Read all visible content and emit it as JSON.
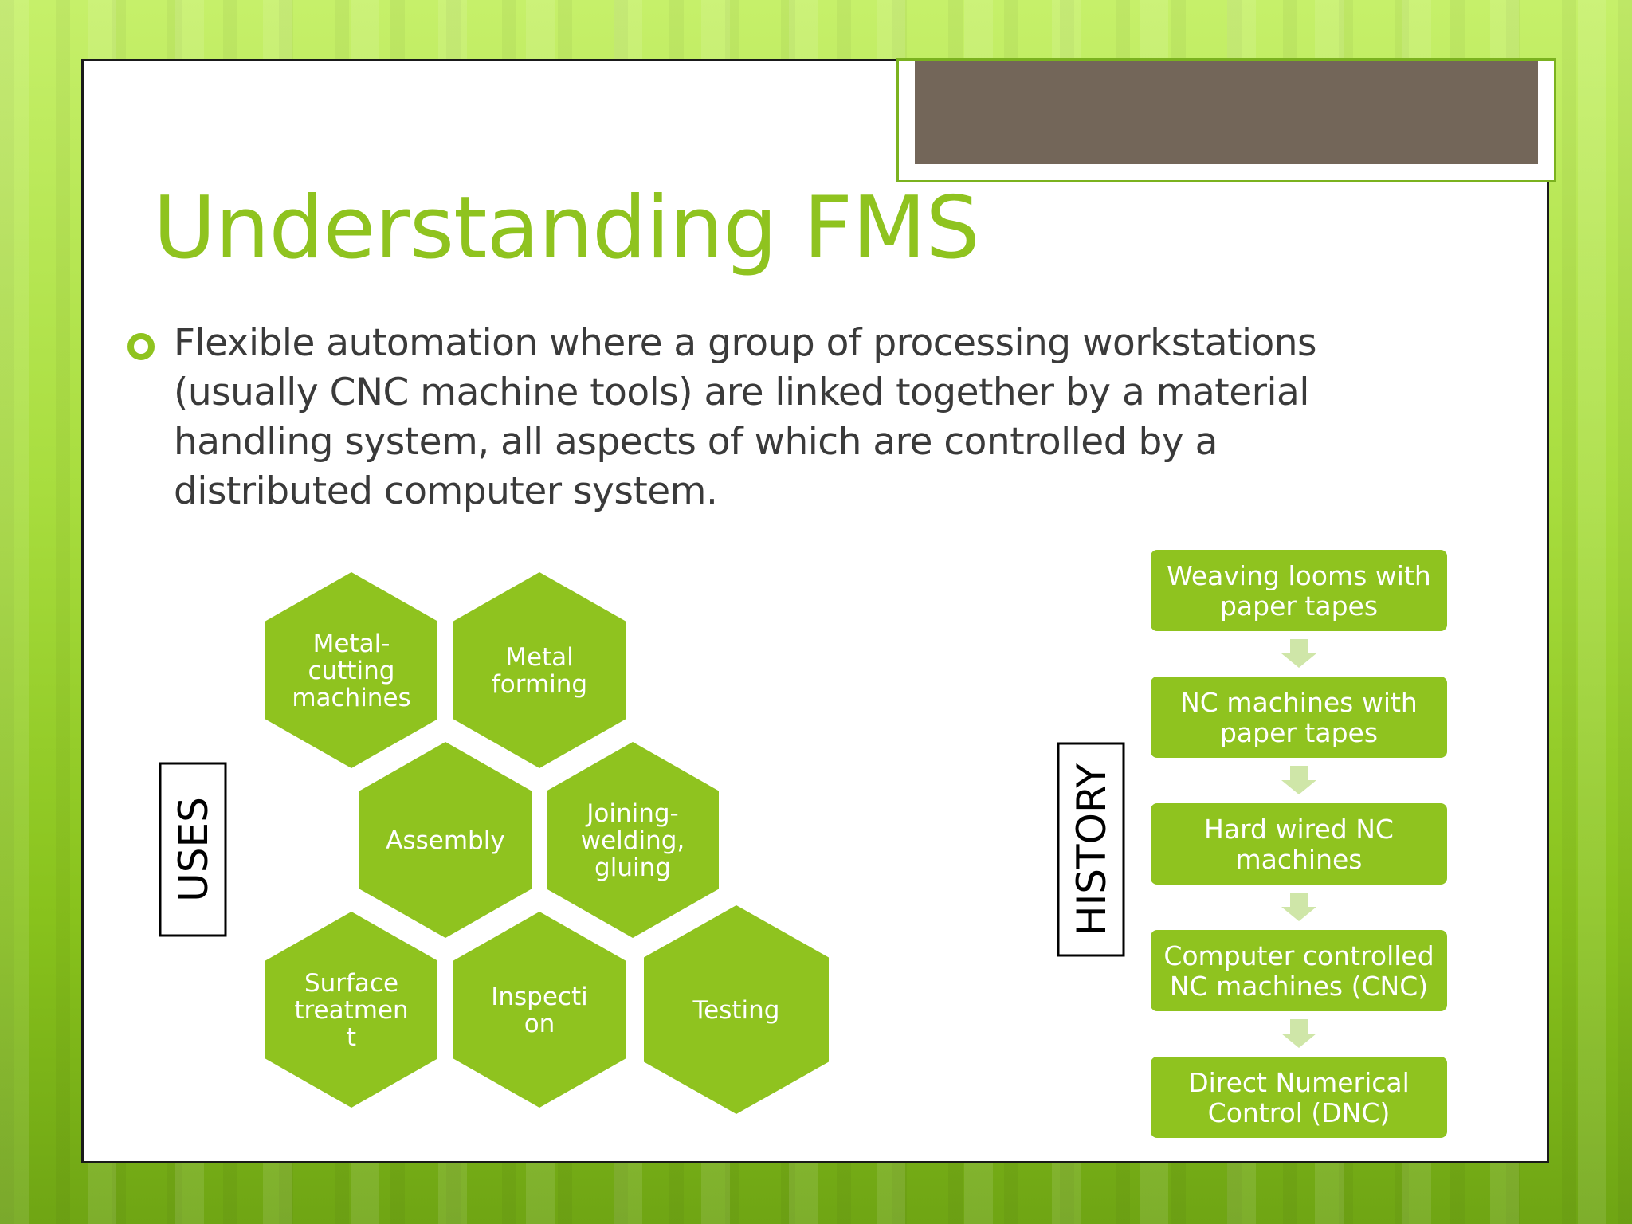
{
  "slide": {
    "title": "Understanding FMS",
    "bullet": "Flexible automation where a group of processing workstations (usually CNC machine tools) are linked together by a material handling system, all aspects of which are controlled by a distributed computer system."
  },
  "uses": {
    "label": "USES",
    "items": [
      {
        "lines": [
          "Metal-",
          "cutting",
          "machines"
        ]
      },
      {
        "lines": [
          "Metal",
          "forming"
        ]
      },
      {
        "lines": [
          "Assembly"
        ]
      },
      {
        "lines": [
          "Joining-",
          "welding,",
          "gluing"
        ]
      },
      {
        "lines": [
          "Surface",
          "treatmen",
          "t"
        ]
      },
      {
        "lines": [
          "Inspecti",
          "on"
        ]
      },
      {
        "lines": [
          "Testing"
        ]
      }
    ]
  },
  "history": {
    "label": "HISTORY",
    "steps": [
      {
        "lines": [
          "Weaving looms with",
          "paper tapes"
        ]
      },
      {
        "lines": [
          "NC machines with",
          "paper tapes"
        ]
      },
      {
        "lines": [
          "Hard wired NC",
          "machines"
        ]
      },
      {
        "lines": [
          "Computer controlled",
          "NC machines (CNC)"
        ]
      },
      {
        "lines": [
          "Direct Numerical",
          "Control (DNC)"
        ]
      }
    ]
  },
  "colors": {
    "accent": "#8fc31f",
    "hex_fill": "#8fc31f",
    "arrow_fill": "#cfe6a8",
    "text": "#3a3a3a",
    "frame_fill": "#736659"
  }
}
